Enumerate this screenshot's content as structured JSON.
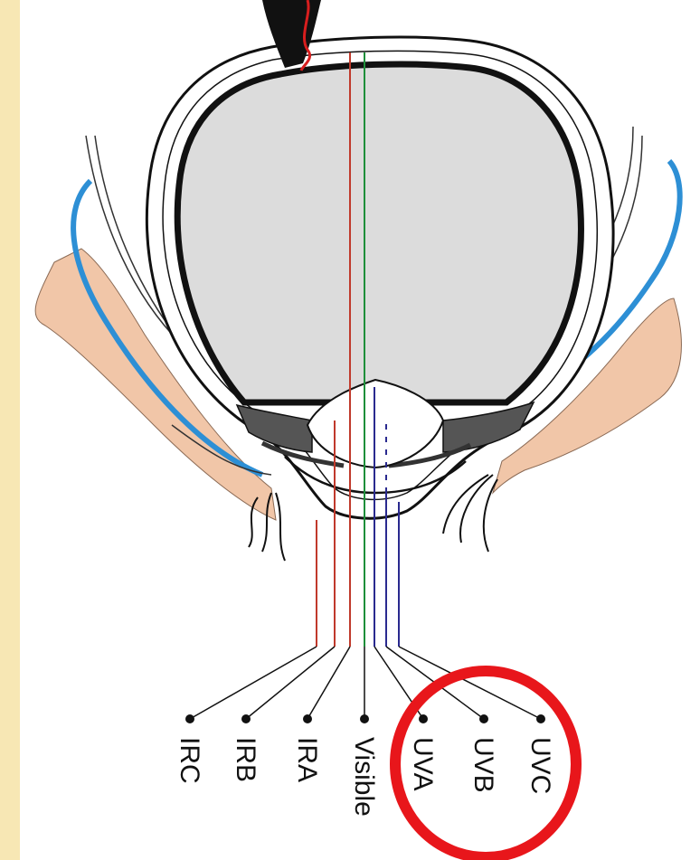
{
  "diagram": {
    "labels": [
      {
        "id": "irc",
        "text": "IRC"
      },
      {
        "id": "irb",
        "text": "IRB"
      },
      {
        "id": "ira",
        "text": "IRA"
      },
      {
        "id": "visible",
        "text": "Visible"
      },
      {
        "id": "uva",
        "text": "UVA"
      },
      {
        "id": "uvb",
        "text": "UVB"
      },
      {
        "id": "uvc",
        "text": "UVC"
      }
    ],
    "colors": {
      "infrared": "#c0392b",
      "visible": "#1e8f3a",
      "ultraviolet": "#2a2a8f",
      "eyelid_skin": "#f1c6a8",
      "eyelid_edge": "#2d8fd5",
      "vitreous": "#dcdcdc",
      "highlight_circle": "#e8161b",
      "frame_background": "#f7e7b4"
    },
    "highlight": {
      "encircled_labels": [
        "UVA",
        "UVB",
        "UVC"
      ]
    }
  }
}
